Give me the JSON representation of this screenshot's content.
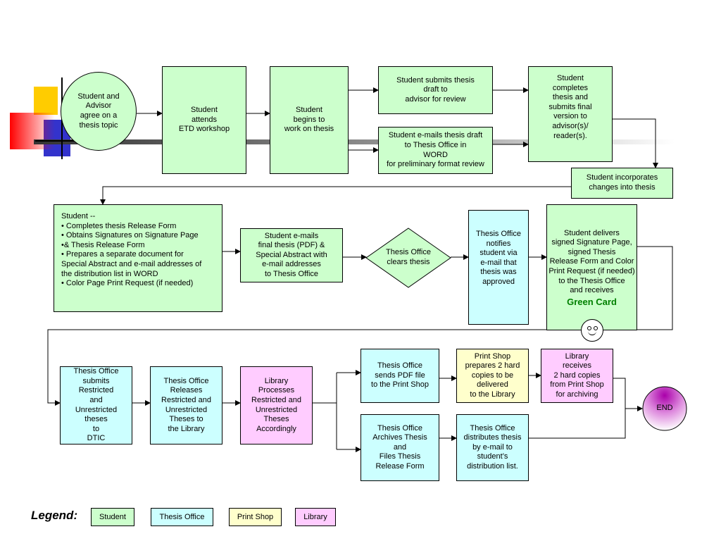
{
  "steps": {
    "s1": "Student and\nAdvisor\nagree on a\nthesis topic",
    "s2": "Student\nattends\nETD workshop",
    "s3": "Student\nbegins to\nwork on thesis",
    "s4": "Student submits thesis\ndraft  to\nadvisor for review",
    "s5": "Student e-mails thesis draft\nto Thesis Office in\nWORD\nfor preliminary format review",
    "s6": "Student\ncompletes\nthesis and\nsubmits final\nversion to\nadvisor(s)/\nreader(s).",
    "s7": "Student incorporates\nchanges into thesis",
    "s8": "Student --\n• Completes thesis Release Form\n• Obtains Signatures on Signature Page\n•& Thesis Release Form\n• Prepares a separate document for\n   Special Abstract and e-mail addresses of\n   the distribution list in WORD\n • Color Page Print Request (if needed)",
    "s9": "Student e-mails\nfinal thesis (PDF) &\nSpecial Abstract with\ne-mail addresses\nto Thesis Office",
    "s10": "Thesis Office\nclears thesis",
    "s11": "Thesis Office\nnotifies\nstudent via\ne-mail that\nthesis was\napproved",
    "s12": "Student delivers\nsigned Signature Page,\nsigned Thesis\nRelease Form and Color\nPrint Request (if needed)\nto the Thesis Office\nand receives",
    "s12_highlight": "Green Card",
    "s13": "Thesis Office\nsubmits\nRestricted\nand\nUnrestricted\ntheses\nto\nDTIC",
    "s14": "Thesis Office\nReleases\nRestricted and\nUnrestricted\nTheses to\nthe Library",
    "s15": "Library\nProcesses\nRestricted and\nUnrestricted\nTheses\nAccordingly",
    "s16": "Thesis Office\nsends PDF file\nto the Print Shop",
    "s17": "Print Shop\nprepares 2 hard\ncopies to be\ndelivered\nto the Library",
    "s18": "Library\nreceives\n2 hard copies\nfrom Print Shop\nfor archiving",
    "s19": "Thesis Office\nArchives Thesis\nand\nFiles  Thesis\nRelease Form",
    "s20": "Thesis Office\ndistributes thesis\nby e-mail to\nstudent’s\ndistribution list.",
    "end": "END"
  },
  "legend": {
    "title": "Legend:",
    "items": [
      "Student",
      "Thesis Office",
      "Print Shop",
      "Library"
    ]
  },
  "colors": {
    "student": "#ccffcc",
    "thesis_office": "#ccffff",
    "print_shop": "#ffffcc",
    "library": "#ffccff",
    "highlight": "#008000",
    "end_node": "#cc33cc"
  },
  "icons": [
    "smiley-face-icon",
    "decorative-corner-graphic"
  ]
}
